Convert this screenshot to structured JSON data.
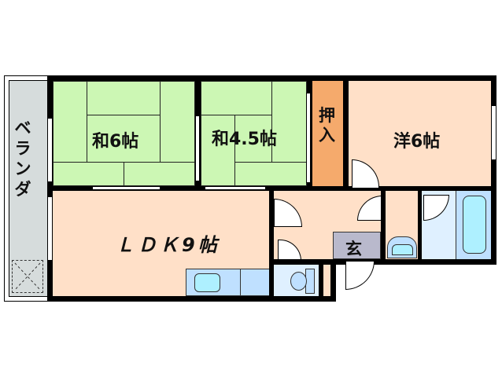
{
  "floorplan": {
    "colors": {
      "wall": "#000000",
      "washitsu": "#ccf7b4",
      "youshitsu": "#ffe0c8",
      "oshiire": "#f5aa6c",
      "veranda": "#d6dcdc",
      "genkan": "#b9b9cc",
      "wet_area_light": "#dff0ff",
      "wet_area": "#bfe0ff",
      "fixture": "#aef0ff"
    },
    "rooms": [
      {
        "id": "washitsu-6",
        "label": "和6帖"
      },
      {
        "id": "washitsu-4-5",
        "label": "和4.5帖"
      },
      {
        "id": "oshiire",
        "label": "押入"
      },
      {
        "id": "youshitsu-6",
        "label": "洋6帖"
      },
      {
        "id": "ldk",
        "label": "ＬＤＫ9帖"
      },
      {
        "id": "genkan",
        "label": "玄"
      },
      {
        "id": "veranda",
        "label": "ベランダ"
      }
    ],
    "oshiire_chars": [
      "押",
      "入"
    ],
    "veranda_chars": [
      "ベ",
      "ラ",
      "ン",
      "ダ"
    ]
  }
}
